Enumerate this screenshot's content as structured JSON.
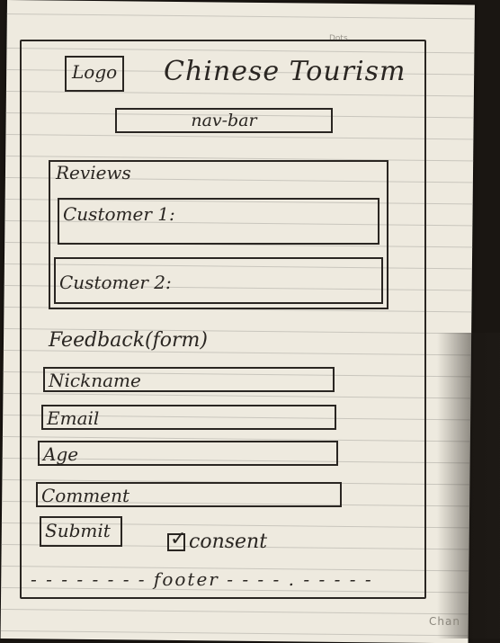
{
  "paper_mark": "Dots.",
  "watermark": "Chan",
  "header": {
    "logo": "Logo",
    "title": "Chinese Tourism",
    "nav": "nav-bar"
  },
  "reviews": {
    "title": "Reviews",
    "items": [
      "Customer 1:",
      "Customer 2:"
    ]
  },
  "feedback": {
    "title": "Feedback(form)",
    "fields": {
      "nickname": "Nickname",
      "email": "Email",
      "age": "Age",
      "comment": "Comment"
    },
    "submit": "Submit",
    "consent_label": "consent",
    "consent_checked": true
  },
  "footer": "- - - - - - - - footer - - - - . - - - - -",
  "colors": {
    "ink": "#2a2622",
    "paper": "#eeeadf",
    "background": "#1a1612"
  }
}
